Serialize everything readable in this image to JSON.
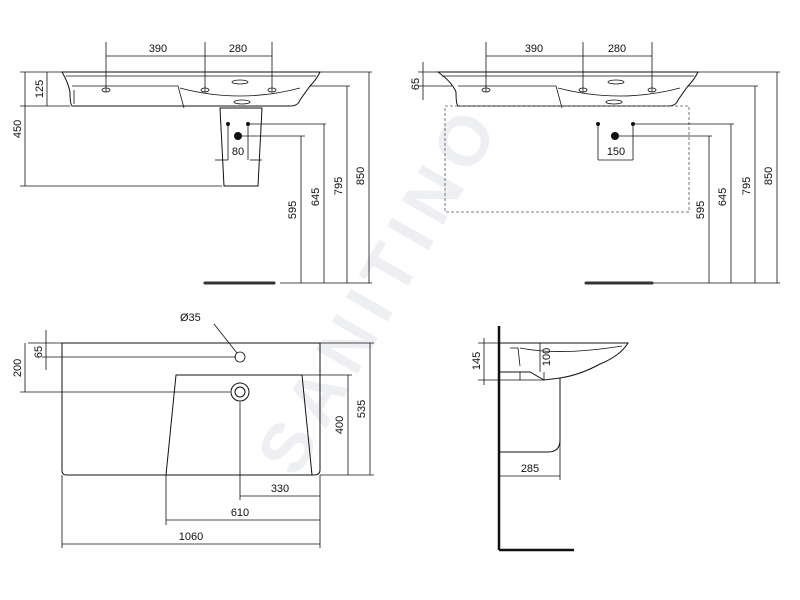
{
  "watermark": "SANITINO",
  "front_view_wall": {
    "dims": {
      "tap_spacing": "390",
      "tap_spacing_right": "280",
      "basin_height": "125",
      "total_height": "450",
      "waste_spacing": "80",
      "h595": "595",
      "h645": "645",
      "h795": "795",
      "h850": "850"
    }
  },
  "front_view_furniture": {
    "dims": {
      "tap_spacing": "390",
      "tap_spacing_right": "280",
      "rim_height": "65",
      "waste_spacing": "150",
      "h595": "595",
      "h645": "645",
      "h795": "795",
      "h850": "850"
    }
  },
  "top_view": {
    "dims": {
      "hole_diameter": "Ø35",
      "d65": "65",
      "d200": "200",
      "d400": "400",
      "d535": "535",
      "d330": "330",
      "d610": "610",
      "d1060": "1060"
    }
  },
  "side_view": {
    "dims": {
      "d145": "145",
      "d100": "100",
      "d285": "285"
    }
  }
}
